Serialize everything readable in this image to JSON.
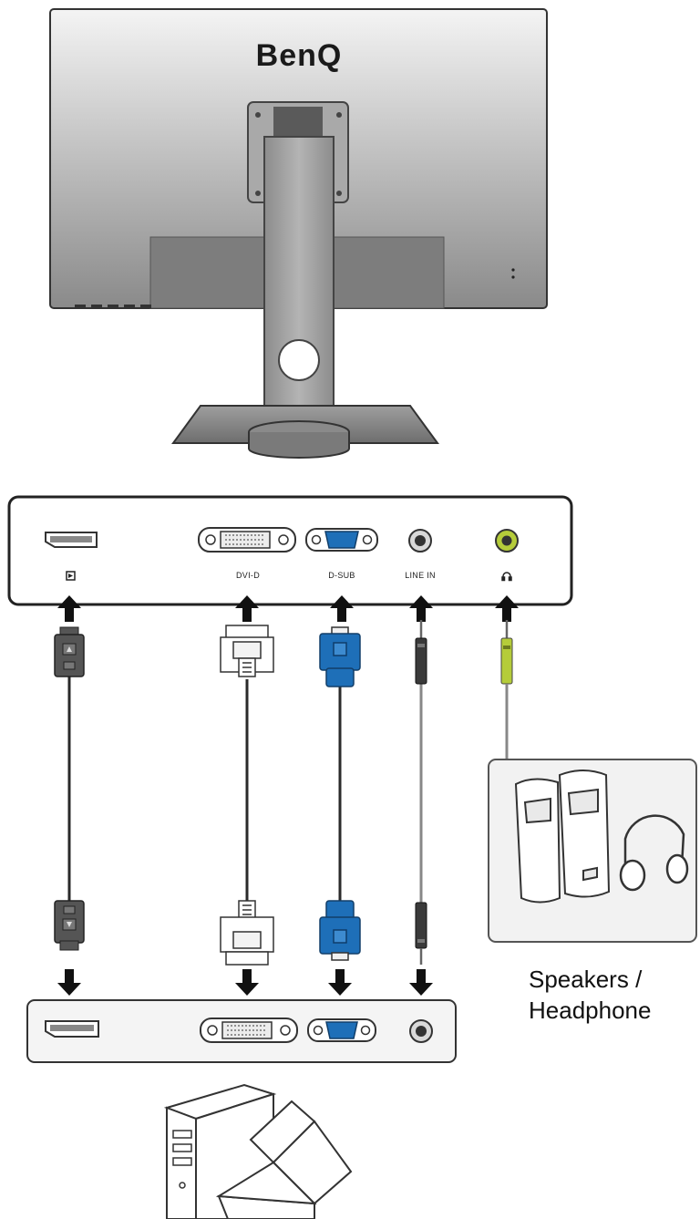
{
  "brand": {
    "logo_text": "BenQ"
  },
  "monitor_ports": [
    {
      "id": "dp",
      "label": ""
    },
    {
      "id": "dvi",
      "label": "DVI-D"
    },
    {
      "id": "dsub",
      "label": "D-SUB"
    },
    {
      "id": "linein",
      "label": "LINE IN"
    },
    {
      "id": "headphone",
      "label": ""
    }
  ],
  "output_device": {
    "label_line1": "Speakers /",
    "label_line2": "Headphone"
  },
  "colors": {
    "vga_blue": "#1e6fb8",
    "headphone_green": "#b5cc3a",
    "cable_black": "#2a2a2a",
    "panel_border": "#222222",
    "monitor_gray": "#9a9a9a"
  }
}
